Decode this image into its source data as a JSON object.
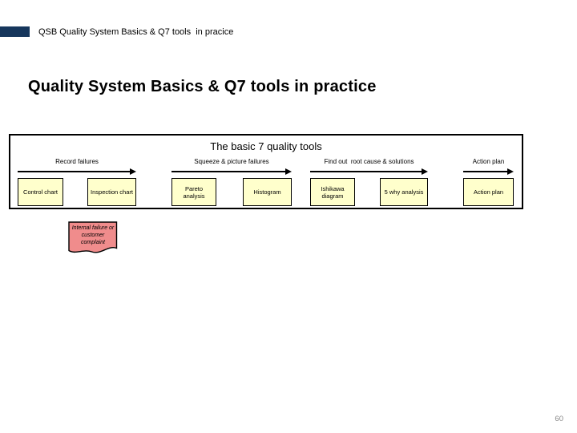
{
  "header": {
    "label": "QSB Quality System Basics & Q7 tools  in pracice"
  },
  "title": "Quality System Basics & Q7 tools in practice",
  "diagram": {
    "title": "The basic 7 quality tools",
    "stages": [
      {
        "label": "Record failures",
        "tools": [
          "Control chart",
          "Inspection chart"
        ]
      },
      {
        "label": "Squeeze & picture failures",
        "tools": [
          "Pareto analysis",
          "Histogram"
        ]
      },
      {
        "label": "Find out  root cause & solutions",
        "tools": [
          "Ishikawa diagram",
          "5 why analysis"
        ]
      },
      {
        "label": "Action plan",
        "tools": [
          "Action plan"
        ]
      }
    ]
  },
  "sticky_note": {
    "text": "Internal failure or customer complaint"
  },
  "page_number": "60",
  "colors": {
    "header_accent": "#16365C",
    "tool_box_fill": "#FFFFCC",
    "sticky_note_fill": "#F08C8C",
    "border": "#000000",
    "page_number_text": "#888888"
  }
}
